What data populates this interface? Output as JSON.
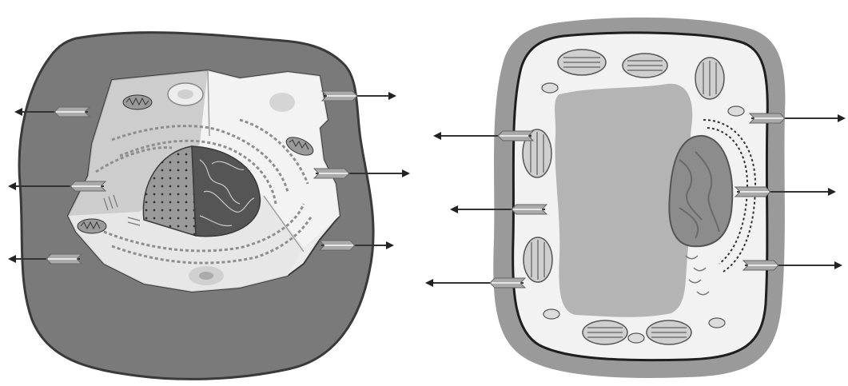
{
  "figure": {
    "panels": [
      {
        "id": "animal-cell",
        "pointers": [
          {
            "side": "left"
          },
          {
            "side": "left"
          },
          {
            "side": "left"
          },
          {
            "side": "right"
          },
          {
            "side": "right"
          },
          {
            "side": "right"
          }
        ]
      },
      {
        "id": "plant-cell",
        "pointers": [
          {
            "side": "left"
          },
          {
            "side": "left"
          },
          {
            "side": "left"
          },
          {
            "side": "right"
          },
          {
            "side": "right"
          },
          {
            "side": "right"
          }
        ]
      }
    ],
    "colors": {
      "cytoplasm_dark": "#7a7a7a",
      "cell_outline": "#3a3a3a",
      "cytoplasm_light": "#f0f0f0",
      "cell_wall": "#9a9a9a",
      "vacuole": "#b4b4b4",
      "nucleus": "#8c8c8c",
      "organelle": "#cfcfcf"
    }
  }
}
